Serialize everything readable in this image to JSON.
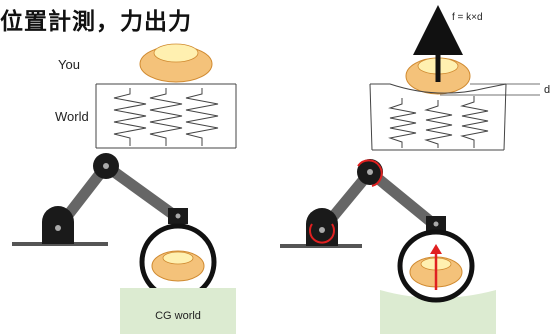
{
  "title": "位置計測，力出力",
  "left_panel": {
    "you_label": "You",
    "world_label": "World",
    "cg_world_label": "CG world"
  },
  "right_panel": {
    "force_equation": "f = k×d",
    "displacement_label": "d"
  },
  "colors": {
    "blob_fill": "#f4c27a",
    "blob_core": "#fff0b0",
    "robot_arm": "#555555",
    "robot_joint": "#222222",
    "red_indicator": "#e02020",
    "cg_ground": "#dcebd1"
  }
}
